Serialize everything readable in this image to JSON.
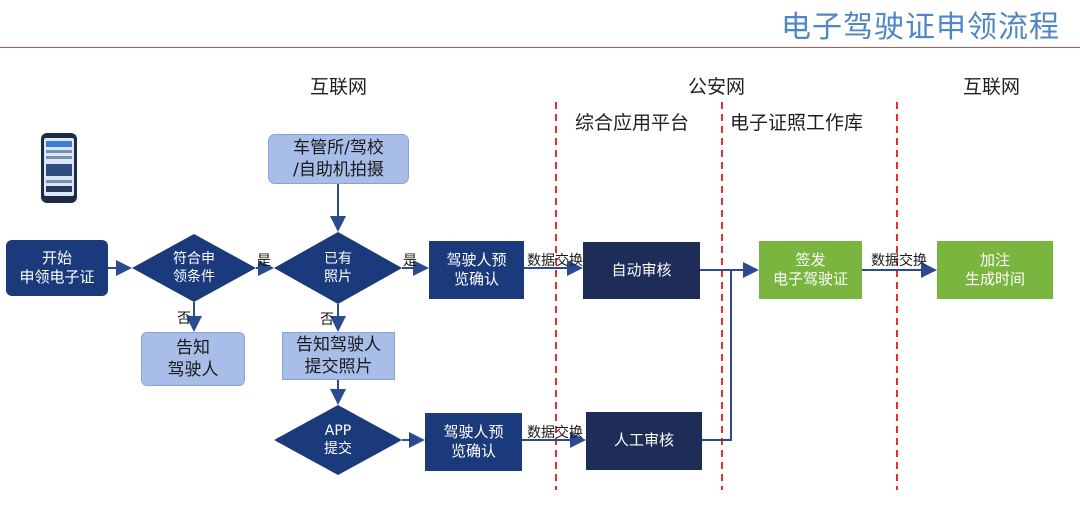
{
  "title": "电子驾驶证申领流程",
  "zones": {
    "internet_left": "互联网",
    "police_net": "公安网",
    "integrated_platform": "综合应用平台",
    "e_license_library": "电子证照工作库",
    "internet_right": "互联网"
  },
  "nodes": {
    "start": "开始\n申领电子证",
    "qualify": "符合申\n领条件",
    "notify_driver": "告知\n驾驶人",
    "photo_source": "车管所/驾校\n/自助机拍摄",
    "has_photo": "已有\n照片",
    "notify_submit": "告知驾驶人\n提交照片",
    "app_submit": "APP\n提交",
    "preview_top": "驾驶人预\n览确认",
    "preview_bottom": "驾驶人预\n览确认",
    "auto_review": "自动审核",
    "manual_review": "人工审核",
    "issue": "签发\n电子驾驶证",
    "annotate": "加注\n生成时间"
  },
  "labels": {
    "yes1": "是",
    "yes2": "是",
    "no1": "否",
    "no2": "否",
    "exchange1": "数据交换",
    "exchange2": "数据交换",
    "exchange3": "数据交换"
  },
  "colors": {
    "title": "#4f86c6",
    "dark_blue": "#1b3a7c",
    "navy": "#1d2d57",
    "light_blue": "#a8bde8",
    "green": "#7ab53f",
    "divider": "#e03030"
  },
  "icons": {
    "phone": "phone-app-icon"
  }
}
